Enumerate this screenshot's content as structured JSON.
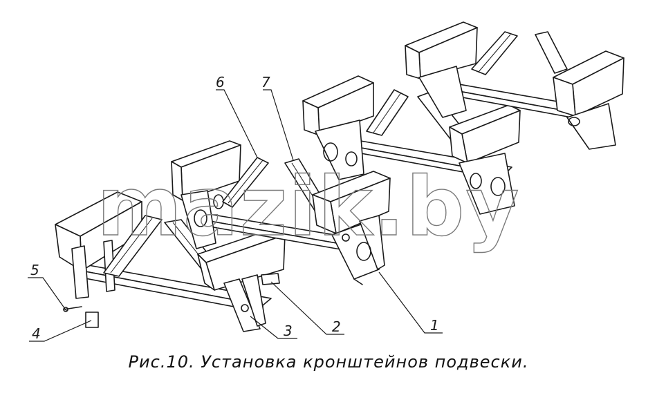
{
  "caption": "Рис.10.  Установка  кронштейнов  подвески.",
  "watermark": "mazik.by",
  "callouts": [
    "1",
    "2",
    "3",
    "4",
    "5",
    "6",
    "7"
  ]
}
